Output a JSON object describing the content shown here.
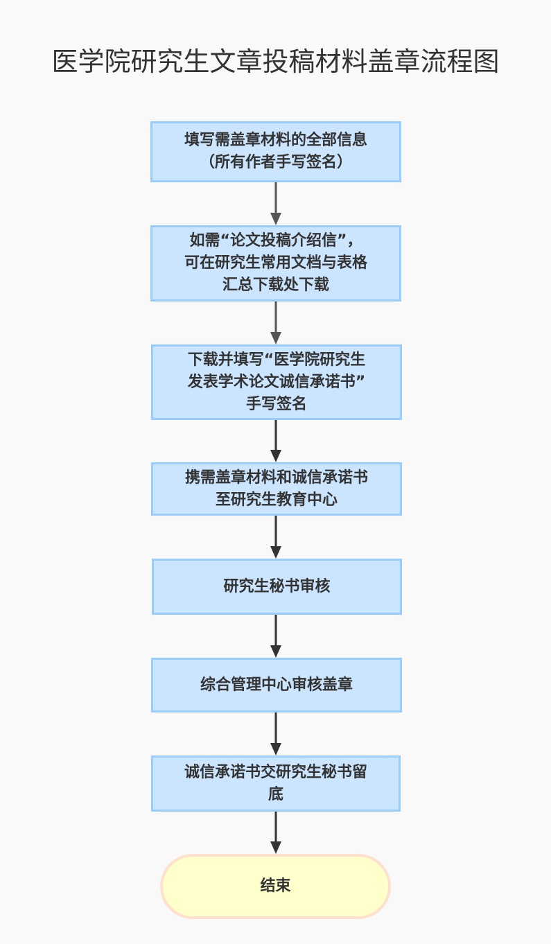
{
  "title": "医学院研究生文章投稿材料盖章流程图",
  "colors": {
    "process_fill": "#cce5ff",
    "process_border": "#99ccff",
    "terminal_fill": "#ffffcc",
    "terminal_border": "#ffe0cc",
    "text": "#333333",
    "arrow": "#333333",
    "background": "#f9f9fa"
  },
  "nodes": [
    {
      "id": "step1",
      "type": "process",
      "text": "填写需盖章材料的全部信息\n（所有作者手写签名）"
    },
    {
      "id": "step2",
      "type": "process",
      "text": "如需“论文投稿介绍信”，\n可在研究生常用文档与表格\n汇总下载处下载"
    },
    {
      "id": "step3",
      "type": "process",
      "text": "下载并填写“医学院研究生\n发表学术论文诚信承诺书”\n手写签名"
    },
    {
      "id": "step4",
      "type": "process",
      "text": "携需盖章材料和诚信承诺书\n至研究生教育中心"
    },
    {
      "id": "step5",
      "type": "process",
      "text": "研究生秘书审核"
    },
    {
      "id": "step6",
      "type": "process",
      "text": "综合管理中心审核盖章"
    },
    {
      "id": "step7",
      "type": "process",
      "text": "诚信承诺书交研究生秘书留\n底"
    },
    {
      "id": "end",
      "type": "terminal",
      "text": "结束"
    }
  ],
  "edges": [
    {
      "from": "step1",
      "to": "step2"
    },
    {
      "from": "step2",
      "to": "step3"
    },
    {
      "from": "step3",
      "to": "step4"
    },
    {
      "from": "step4",
      "to": "step5"
    },
    {
      "from": "step5",
      "to": "step6"
    },
    {
      "from": "step6",
      "to": "step7"
    },
    {
      "from": "step7",
      "to": "end"
    }
  ]
}
